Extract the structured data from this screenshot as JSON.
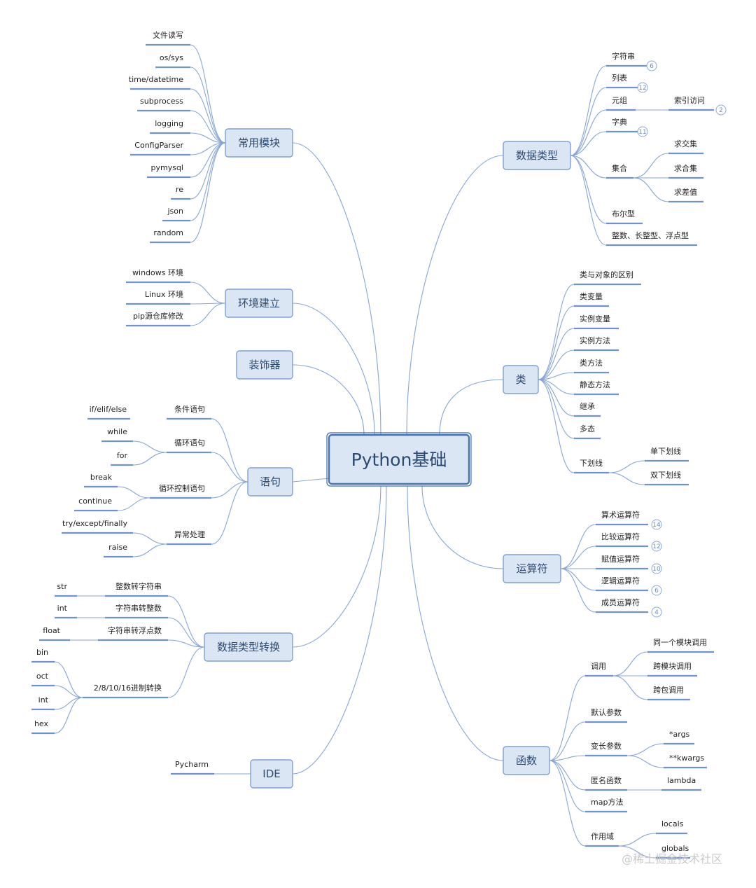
{
  "root": "Python基础",
  "watermark": "@稀土掘金技术社区",
  "branches": {
    "modules": {
      "label": "常用模块",
      "items": [
        "文件读写",
        "os/sys",
        "time/datetime",
        "subprocess",
        "logging",
        "ConfigParser",
        "pymysql",
        "re",
        "json",
        "random"
      ]
    },
    "env": {
      "label": "环境建立",
      "items": [
        "windows 环境",
        "Linux 环境",
        "pip源仓库修改"
      ]
    },
    "decorator": {
      "label": "装饰器"
    },
    "statement": {
      "label": "语句",
      "groups": [
        {
          "label": "条件语句",
          "items": [
            "if/elif/else"
          ]
        },
        {
          "label": "循环语句",
          "items": [
            "while",
            "for"
          ]
        },
        {
          "label": "循环控制语句",
          "items": [
            "break",
            "continue"
          ]
        },
        {
          "label": "异常处理",
          "items": [
            "try/except/finally",
            "raise"
          ]
        }
      ]
    },
    "convert": {
      "label": "数据类型转换",
      "groups": [
        {
          "label": "整数转字符串",
          "items": [
            "str"
          ]
        },
        {
          "label": "字符串转整数",
          "items": [
            "int"
          ]
        },
        {
          "label": "字符串转浮点数",
          "items": [
            "float"
          ]
        },
        {
          "label": "2/8/10/16进制转换",
          "items": [
            "bin",
            "oct",
            "int",
            "hex"
          ]
        }
      ]
    },
    "ide": {
      "label": "IDE",
      "items": [
        "Pycharm"
      ]
    },
    "datatype": {
      "label": "数据类型",
      "items": [
        {
          "label": "字符串",
          "badge": "6"
        },
        {
          "label": "列表",
          "badge": "12"
        },
        {
          "label": "元组",
          "children": [
            "索引访问"
          ],
          "badge": "2"
        },
        {
          "label": "字典",
          "badge": "11"
        },
        {
          "label": "集合",
          "children": [
            "求交集",
            "求合集",
            "求差值"
          ]
        },
        {
          "label": "布尔型"
        },
        {
          "label": "整数、长整型、浮点型"
        }
      ]
    },
    "class": {
      "label": "类",
      "items": [
        {
          "label": "类与对象的区别"
        },
        {
          "label": "类变量"
        },
        {
          "label": "实例变量"
        },
        {
          "label": "实例方法"
        },
        {
          "label": "类方法"
        },
        {
          "label": "静态方法"
        },
        {
          "label": "继承"
        },
        {
          "label": "多态"
        },
        {
          "label": "下划线",
          "children": [
            "单下划线",
            "双下划线"
          ]
        }
      ]
    },
    "operator": {
      "label": "运算符",
      "items": [
        {
          "label": "算术运算符",
          "badge": "14"
        },
        {
          "label": "比较运算符",
          "badge": "12"
        },
        {
          "label": "赋值运算符",
          "badge": "10"
        },
        {
          "label": "逻辑运算符",
          "badge": "6"
        },
        {
          "label": "成员运算符",
          "badge": "4"
        }
      ]
    },
    "function": {
      "label": "函数",
      "items": [
        {
          "label": "调用",
          "children": [
            "同一个模块调用",
            "跨模块调用",
            "跨包调用"
          ]
        },
        {
          "label": "默认参数"
        },
        {
          "label": "变长参数",
          "children": [
            "*args",
            "**kwargs"
          ]
        },
        {
          "label": "匿名函数",
          "children": [
            "lambda"
          ]
        },
        {
          "label": "map方法"
        },
        {
          "label": "作用域",
          "children": [
            "locals",
            "globals"
          ]
        }
      ]
    }
  }
}
